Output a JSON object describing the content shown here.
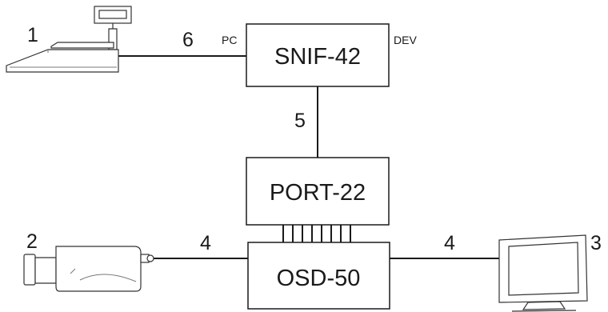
{
  "boxes": {
    "snif": "SNIF-42",
    "port": "PORT-22",
    "osd": "OSD-50"
  },
  "ports": {
    "pc": "PC",
    "dev": "DEV"
  },
  "devices": {
    "scale_number": "1",
    "camera_number": "2",
    "monitor_number": "3"
  },
  "cables": {
    "scale_to_snif": "6",
    "snif_to_port": "5",
    "camera_to_osd": "4",
    "osd_to_monitor": "4"
  }
}
